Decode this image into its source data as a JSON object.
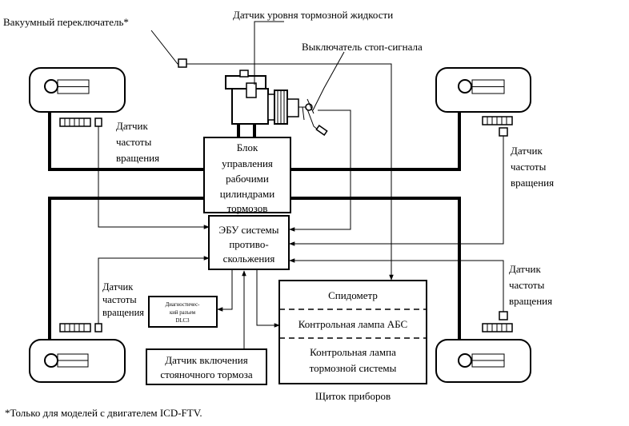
{
  "labels": {
    "vacuum_switch": "Вакуумный переключатель*",
    "brake_fluid_sensor": "Датчик уровня тормозной жидкости",
    "stop_light_switch": "Выключатель стоп-сигнала",
    "actuator": [
      "Блок",
      "управления",
      "рабочими",
      "цилиндрами",
      "тормозов"
    ],
    "ecu": [
      "ЭБУ системы",
      "противо-",
      "скольжения"
    ],
    "speed_sensor": [
      "Датчик",
      "частоты",
      "вращения"
    ],
    "diag_connector": [
      "Диагностичес-",
      "кий разъем",
      "DLC3"
    ],
    "parking_brake_switch": [
      "Датчик включения",
      "стояночного тормоза"
    ],
    "speedometer": "Спидометр",
    "abs_lamp": "Контрольная лампа АБС",
    "brake_lamp": [
      "Контрольная лампа",
      "тормозной системы"
    ],
    "instrument_panel": "Щиток приборов",
    "footnote": "*Только для моделей с двигателем ICD-FTV."
  }
}
